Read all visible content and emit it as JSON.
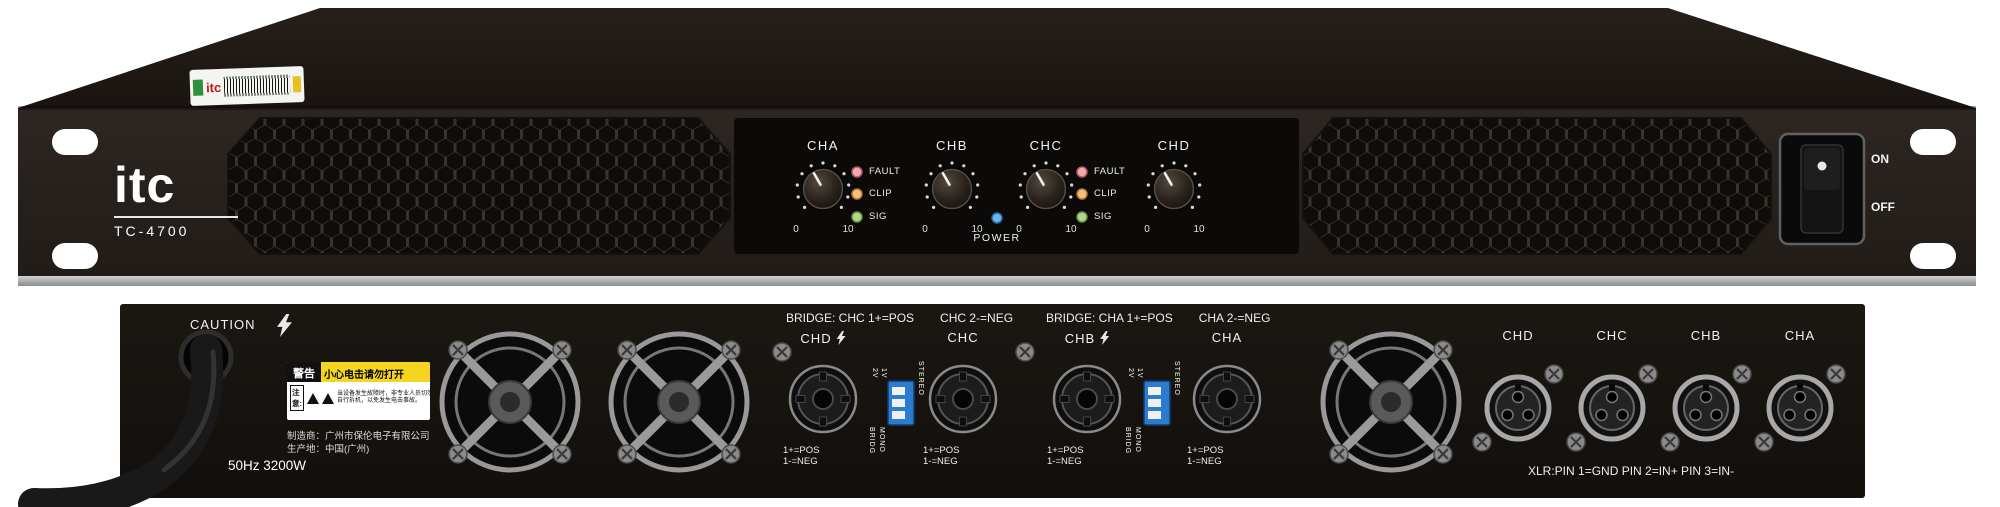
{
  "front": {
    "brand": "itc",
    "model": "TC-4700",
    "channels": [
      "CHA",
      "CHB",
      "CHC",
      "CHD"
    ],
    "scale_min": "0",
    "scale_max": "10",
    "led_labels": [
      "FAULT",
      "CLIP",
      "SIG"
    ],
    "power_label": "POWER",
    "switch_on": "ON",
    "switch_off": "OFF",
    "colors": {
      "fault_led": "#f2a9ad",
      "clip_led": "#f5bd7e",
      "sig_led": "#b5d389",
      "power_led": "#66b8ee"
    }
  },
  "rear": {
    "caution": "CAUTION",
    "power_spec": "50Hz 3200W",
    "warning_title": "警告",
    "warning_subtitle": "小心电击请勿打开",
    "warning_notice": "注意:",
    "warning_line1": "当设备发生故障时，非专业人员切勿",
    "warning_line2": "自行拆机，以免发生电击事故。",
    "manufacturer": "制造商：广州市保伦电子有限公司",
    "origin": "生产地：中国(广州)",
    "groups": [
      {
        "bridge_a": "BRIDGE: CHC 1+=POS",
        "bridge_b": "CHC 2-=NEG",
        "ch_left": "CHD",
        "ch_right": "CHC"
      },
      {
        "bridge_a": "BRIDGE: CHA 1+=POS",
        "bridge_b": "CHA 2-=NEG",
        "ch_left": "CHB",
        "ch_right": "CHA"
      }
    ],
    "polarity_pos": "1+=POS",
    "polarity_neg": "1-=NEG",
    "dip_labels": {
      "v2": "2V",
      "v1": "1V",
      "stereo": "STEREO",
      "bridg": "BRIDG",
      "mono": "MONO"
    },
    "xlr_channels": [
      "CHD",
      "CHC",
      "CHB",
      "CHA"
    ],
    "xlr_note": "XLR:PIN 1=GND PIN 2=IN+ PIN 3=IN-"
  }
}
